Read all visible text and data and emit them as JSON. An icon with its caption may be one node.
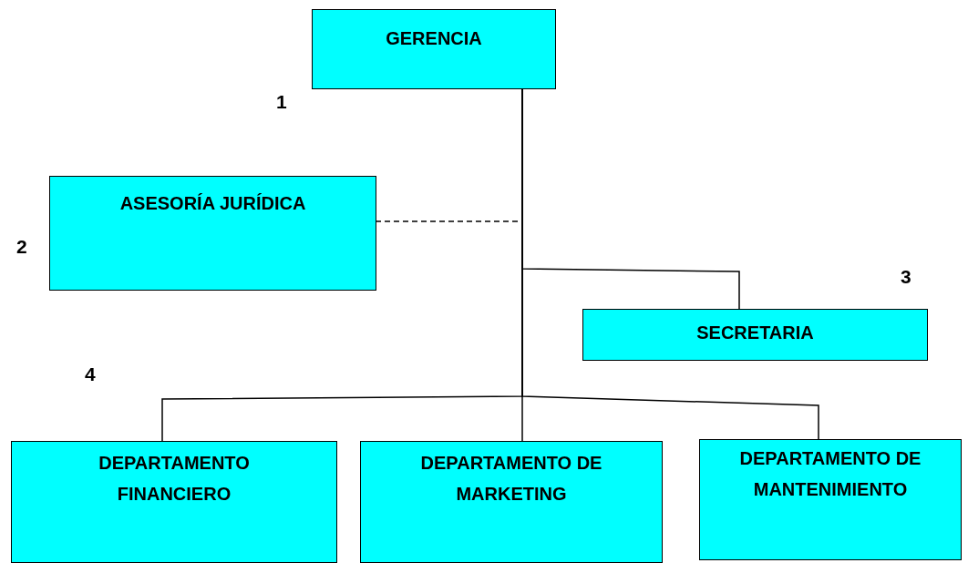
{
  "diagram": {
    "nodes": [
      {
        "text": [
          "GERENCIA"
        ]
      },
      {
        "text": [
          "ASESORÍA JURÍDICA"
        ]
      },
      {
        "text": [
          "SECRETARIA"
        ]
      },
      {
        "text": [
          "DEPARTAMENTO FINANCIERO"
        ]
      },
      {
        "text": [
          "DEPARTAMENTO DE MARKETING"
        ]
      },
      {
        "text": [
          "DEPARTAMENTO DE MANTENIMIENTO"
        ]
      }
    ],
    "edges": [
      {
        "from": 0,
        "to": 1,
        "arrow": "none",
        "style": "dashed"
      },
      {
        "from": 0,
        "to": 2,
        "arrow": "none"
      },
      {
        "from": 0,
        "to": 3,
        "arrow": "none"
      },
      {
        "from": 0,
        "to": 4,
        "arrow": "none"
      },
      {
        "from": 0,
        "to": 5,
        "arrow": "none"
      }
    ],
    "labels": [
      "1",
      "2",
      "3",
      "4"
    ]
  }
}
